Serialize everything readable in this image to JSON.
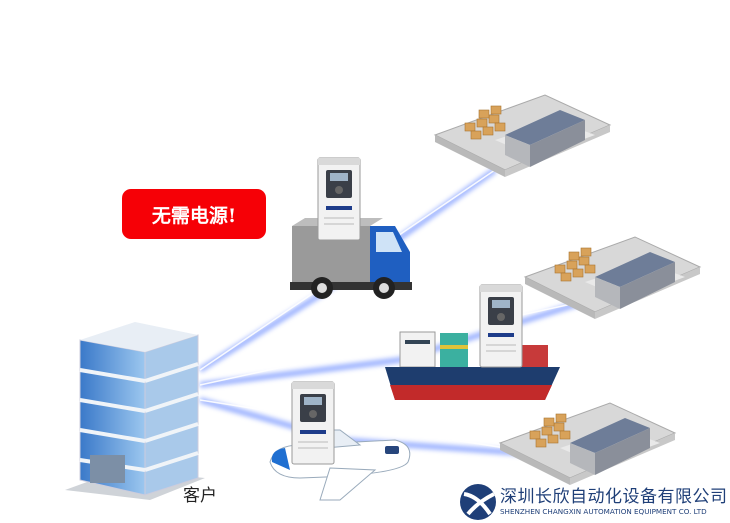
{
  "badge": {
    "text": "无需电源!"
  },
  "customer_label": "客户",
  "logo": {
    "name_cn": "深圳长欣自动化设备有限公司",
    "name_en": "SHENZHEN CHANGXIN AUTOMATION EQUIPMENT CO. LTD"
  },
  "colors": {
    "badge": "#f60006",
    "link": "#6f8fff",
    "brand": "#1f3f78"
  }
}
